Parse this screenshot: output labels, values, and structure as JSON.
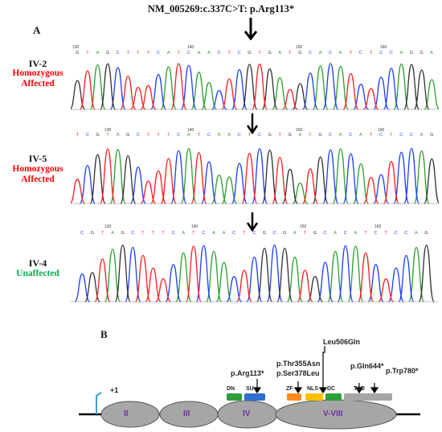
{
  "figure": {
    "title": "NM_005269:c.337C>T: p.Arg113*",
    "panel_a_label": "A",
    "panel_b_label": "B"
  },
  "chromatograms": [
    {
      "sample": "IV-2",
      "status_line1": "Homozygous",
      "status_line2": "Affected",
      "status_color": "#ff0000",
      "sequence": "GTAGCTTTCATCAACTCGTGATGCACATCTCCAGGA",
      "positions": [
        "130",
        "140",
        "150",
        "160"
      ]
    },
    {
      "sample": "IV-5",
      "status_line1": "Homozygous",
      "status_line2": "Affected",
      "status_color": "#ff0000",
      "sequence": "TCGTAGCTTTCATCAACTCGTGATGCACATCTCCAG",
      "positions": [
        "130",
        "140",
        "150",
        "160"
      ]
    },
    {
      "sample": "IV-4",
      "status_line1": "Unaffected",
      "status_line2": "",
      "status_color": "#00b050",
      "sequence": "CGTAGCTTTCATCAACTCGCGATGCACATCTCCAG",
      "positions": [
        "130",
        "140",
        "150",
        "160"
      ]
    }
  ],
  "base_colors": {
    "A": "#2ca02c",
    "C": "#1f3fff",
    "G": "#333333",
    "T": "#ff2020"
  },
  "protein": {
    "start_label": "+1",
    "exons": [
      "II",
      "III",
      "IV",
      "V-VIII"
    ],
    "domains": [
      {
        "name": "DN",
        "color": "#2e9e3a"
      },
      {
        "name": "SU",
        "color": "#2e6fd0"
      },
      {
        "name": "ZF",
        "color": "#ff8c1a"
      },
      {
        "name": "NLS",
        "color": "#ffc000"
      },
      {
        "name": "DC",
        "color": "#2e9e3a"
      },
      {
        "name": "TAD",
        "color": "#a6a6a6"
      }
    ],
    "mutations": [
      "p.Arg113*",
      "p.Thr355Asn",
      "p.Ser378Leu",
      "Leu506Gln",
      "p.Gln644*",
      "p.Trp780*"
    ]
  }
}
